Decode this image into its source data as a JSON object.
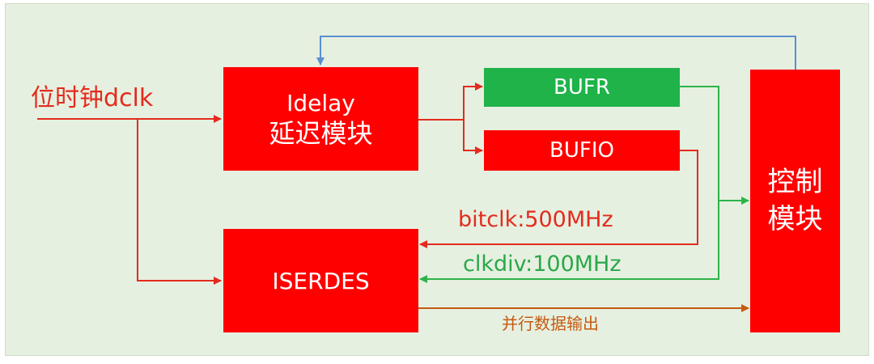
{
  "diagram": {
    "input_label": "位时钟dclk",
    "idelay": {
      "line1": "Idelay",
      "line2": "延迟模块"
    },
    "bufr": "BUFR",
    "bufio": "BUFIO",
    "iserdes": "ISERDES",
    "control": {
      "line1": "控制",
      "line2": "模块"
    },
    "bitclk_label": "bitclk:500MHz",
    "clkdiv_label": "clkdiv:100MHz",
    "parallel_out_label": "并行数据输出"
  },
  "colors": {
    "background": "#e6f0e0",
    "block_red": "#ff0000",
    "block_green": "#1fb34a",
    "wire_red": "#e32b1e",
    "wire_green": "#2db34a",
    "wire_blue": "#5b8fd1",
    "wire_orange": "#c55a11",
    "label_red": "#e32b1e",
    "label_green": "#2aa84a",
    "label_orange": "#c55a11"
  }
}
